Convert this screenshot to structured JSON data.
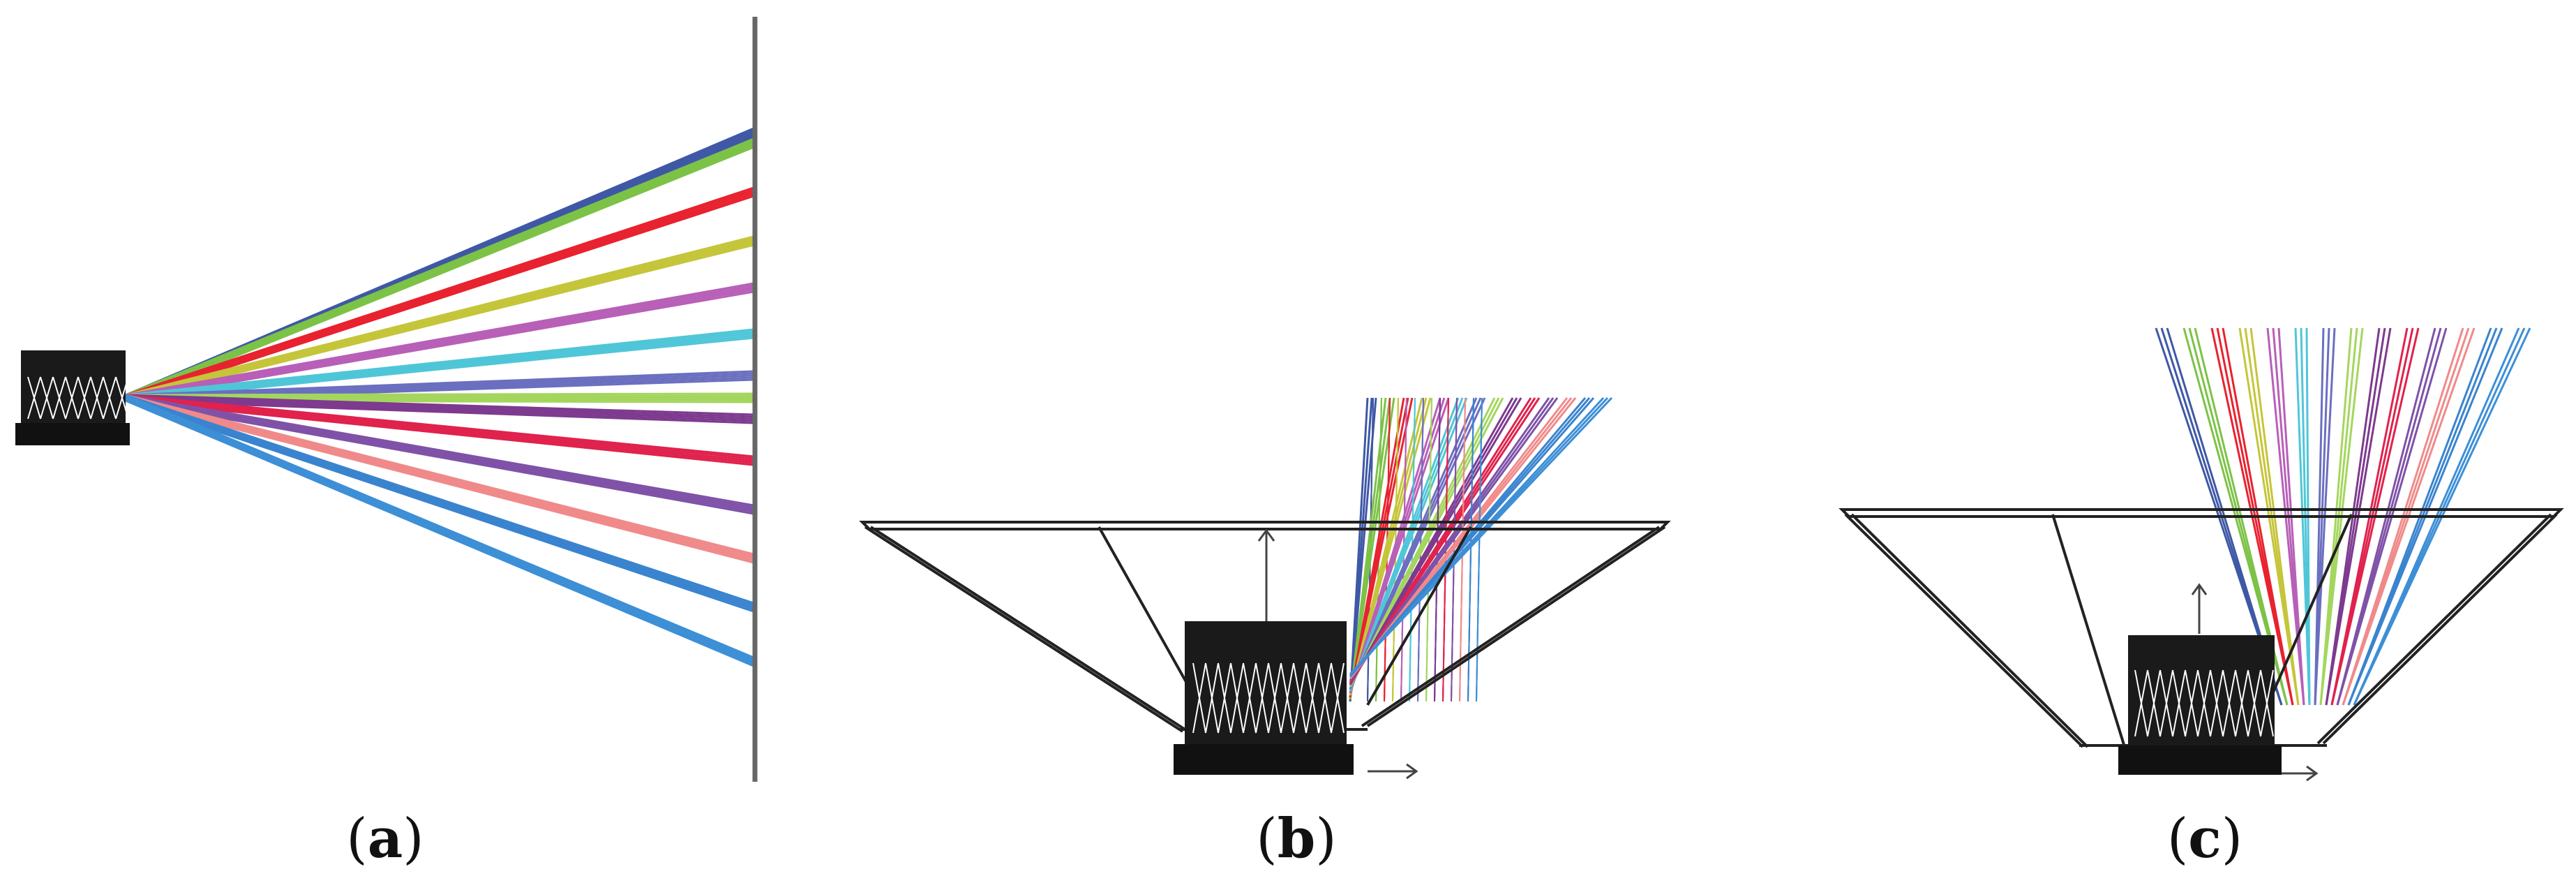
{
  "figure": {
    "panels": [
      {
        "id": "a",
        "label_open": "(",
        "label_letter": "a",
        "label_close": ")"
      },
      {
        "id": "b",
        "label_open": "(",
        "label_letter": "b",
        "label_close": ")"
      },
      {
        "id": "c",
        "label_open": "(",
        "label_letter": "c",
        "label_close": ")"
      }
    ],
    "ray_colors": [
      "#3f58a6",
      "#7cc247",
      "#e8222f",
      "#c5c53a",
      "#b85fb8",
      "#4fc6d8",
      "#6b6fc0",
      "#a4d65e",
      "#7d3a8f",
      "#e0224d",
      "#7f52a8",
      "#f08a8a",
      "#3a84cf",
      "#3d8fd6"
    ],
    "outline_color": "#222222",
    "screen_color": "#666666"
  }
}
